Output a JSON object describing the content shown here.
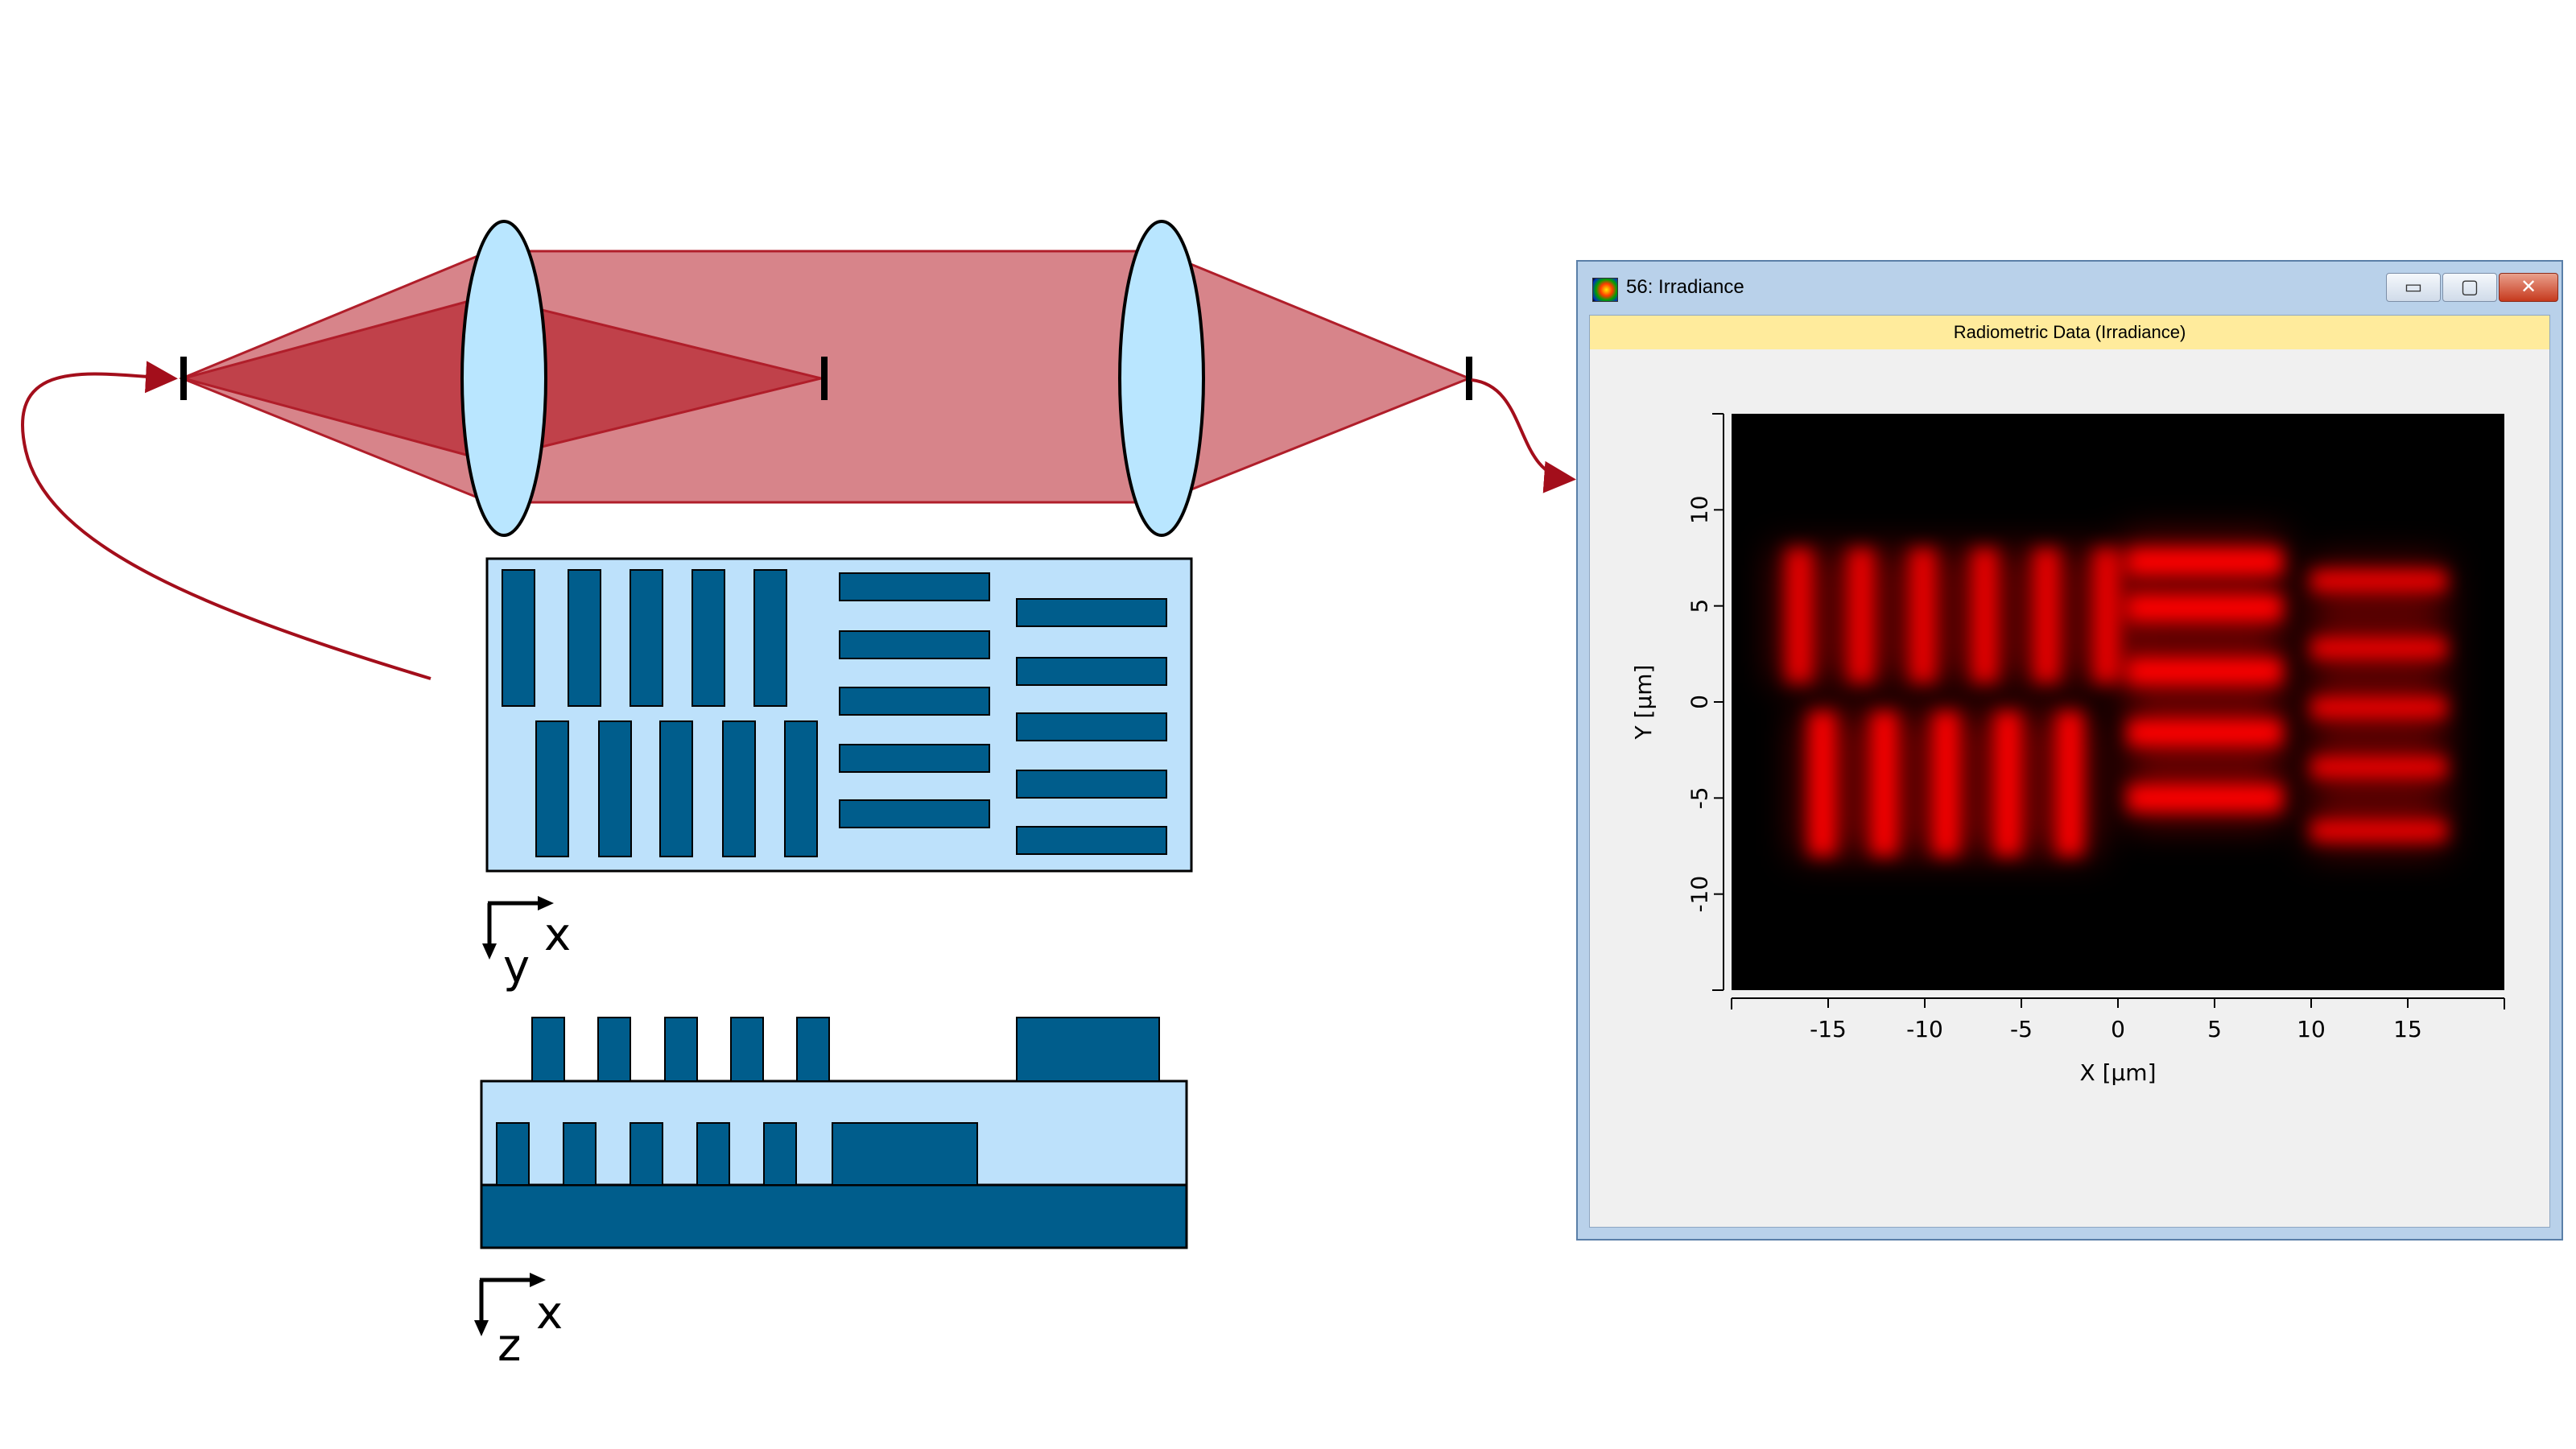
{
  "diagram": {
    "top_view_axes": {
      "horizontal": "x",
      "vertical": "y"
    },
    "side_view_axes": {
      "horizontal": "x",
      "vertical": "z"
    },
    "colors": {
      "beam_outer": "#d7848a",
      "beam_inner": "#c0414a",
      "beam_stroke": "#b01e2a",
      "lens_fill": "#b9e6ff",
      "mask_background": "#bde1fb",
      "mask_feature": "#005d8c",
      "arrow": "#a30e1b"
    }
  },
  "irradiance_window": {
    "title": "56: Irradiance",
    "header": "Radiometric Data (Irradiance)",
    "buttons": {
      "minimize": "▭",
      "maximize": "▢",
      "close": "✕"
    },
    "chart_data": {
      "type": "heatmap",
      "xlabel": "X [µm]",
      "ylabel": "Y [µm]",
      "xlim": [
        -20,
        20
      ],
      "ylim": [
        -15,
        15
      ],
      "x_ticks": [
        -15,
        -10,
        -5,
        0,
        5,
        10,
        15
      ],
      "y_ticks": [
        -10,
        -5,
        0,
        5,
        10
      ],
      "tick_labels_x": [
        "-15",
        "-10",
        "-5",
        "0",
        "5",
        "10",
        "15"
      ],
      "tick_labels_y": [
        "-10",
        "-5",
        "0",
        "5",
        "10"
      ],
      "colormap": [
        "#000000",
        "#ff0000"
      ],
      "features": [
        {
          "name": "vertical-bars-upper",
          "orientation": "vertical",
          "x_centers": [
            -16.5,
            -13.3,
            -10.1,
            -6.9,
            -3.7,
            -0.6
          ],
          "y_range": [
            1,
            8
          ],
          "bar_width": 1.4,
          "intensity": 0.85
        },
        {
          "name": "vertical-bars-lower",
          "orientation": "vertical",
          "x_centers": [
            -15.3,
            -12.1,
            -8.9,
            -5.7,
            -2.5
          ],
          "y_range": [
            -8,
            -0.5
          ],
          "bar_width": 1.4,
          "intensity": 0.95
        },
        {
          "name": "horizontal-bars-middle",
          "orientation": "horizontal",
          "y_centers": [
            7.3,
            4.9,
            1.6,
            -1.6,
            -5.0
          ],
          "x_range": [
            0.5,
            8.5
          ],
          "bar_height": 1.4,
          "intensity": 1.0
        },
        {
          "name": "horizontal-bars-right",
          "orientation": "horizontal",
          "y_centers": [
            6.3,
            2.8,
            -0.3,
            -3.4,
            -6.7
          ],
          "x_range": [
            10,
            17
          ],
          "bar_height": 1.1,
          "intensity": 0.9
        }
      ]
    }
  }
}
